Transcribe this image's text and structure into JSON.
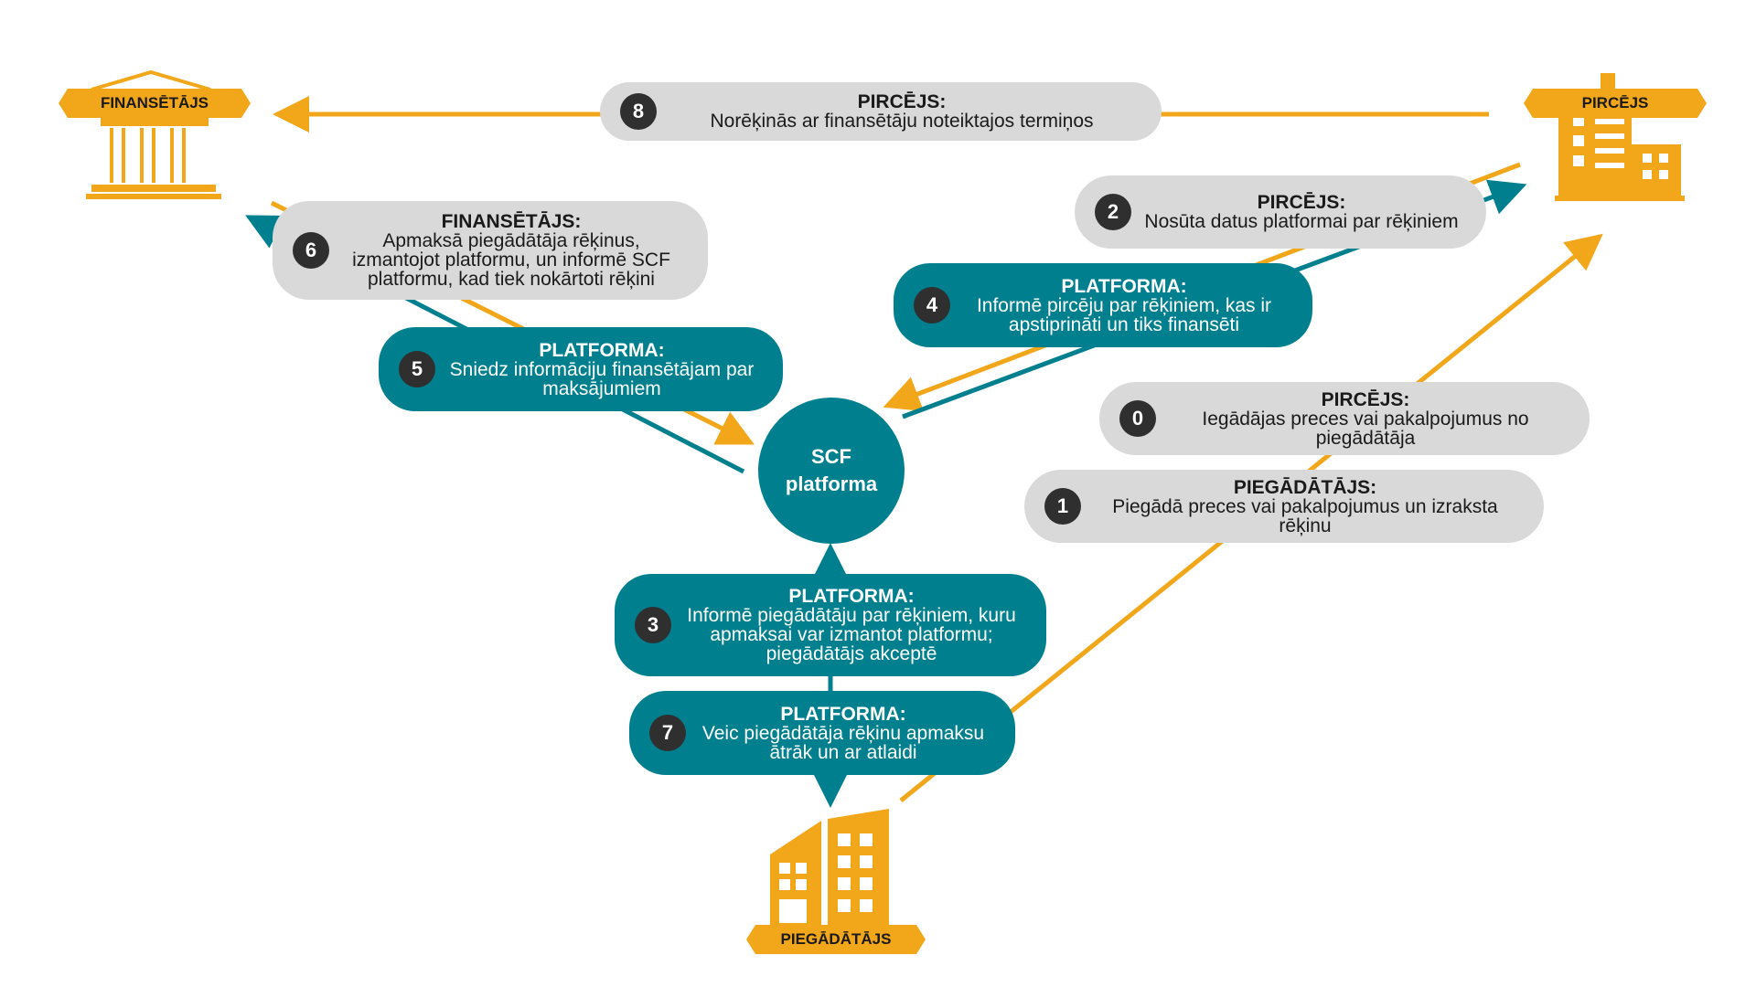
{
  "colors": {
    "orange": "#f2a71b",
    "teal": "#00808f",
    "grey": "#d9d9d9",
    "dark": "#2f2f2f"
  },
  "actors": {
    "financier": {
      "label": "FINANSĒTĀJS",
      "icon": "bank-building-icon"
    },
    "buyer": {
      "label": "PIRCĒJS",
      "icon": "office-building-icon"
    },
    "supplier": {
      "label": "PIEGĀDĀTĀJS",
      "icon": "factory-building-icon"
    }
  },
  "platform": {
    "line1": "SCF",
    "line2": "platforma"
  },
  "steps": {
    "s0": {
      "num": "0",
      "title": "PIRCĒJS:",
      "text": "Iegādājas preces vai pakalpojumus no piegādātāja"
    },
    "s1": {
      "num": "1",
      "title": "PIEGĀDĀTĀJS:",
      "text": "Piegādā preces vai pakalpojumus un izraksta rēķinu"
    },
    "s2": {
      "num": "2",
      "title": "PIRCĒJS:",
      "text": "Nosūta datus platformai par rēķiniem"
    },
    "s3": {
      "num": "3",
      "title": "PLATFORMA:",
      "text": "Informē piegādātāju par rēķiniem, kuru apmaksai var izmantot platformu; piegādātājs akceptē"
    },
    "s4": {
      "num": "4",
      "title": "PLATFORMA:",
      "text": "Informē pircēju par rēķiniem, kas ir apstiprināti un tiks finansēti"
    },
    "s5": {
      "num": "5",
      "title": "PLATFORMA:",
      "text": "Sniedz informāciju finansētājam par maksājumiem"
    },
    "s6": {
      "num": "6",
      "title": "FINANSĒTĀJS:",
      "text": "Apmaksā piegādātāja rēķinus, izmantojot platformu, un informē SCF platformu, kad tiek nokārtoti rēķini"
    },
    "s7": {
      "num": "7",
      "title": "PLATFORMA:",
      "text": "Veic piegādātāja rēķinu apmaksu ātrāk un ar atlaidi"
    },
    "s8": {
      "num": "8",
      "title": "PIRCĒJS:",
      "text": "Norēķinās ar finansētāju noteiktajos termiņos"
    }
  }
}
